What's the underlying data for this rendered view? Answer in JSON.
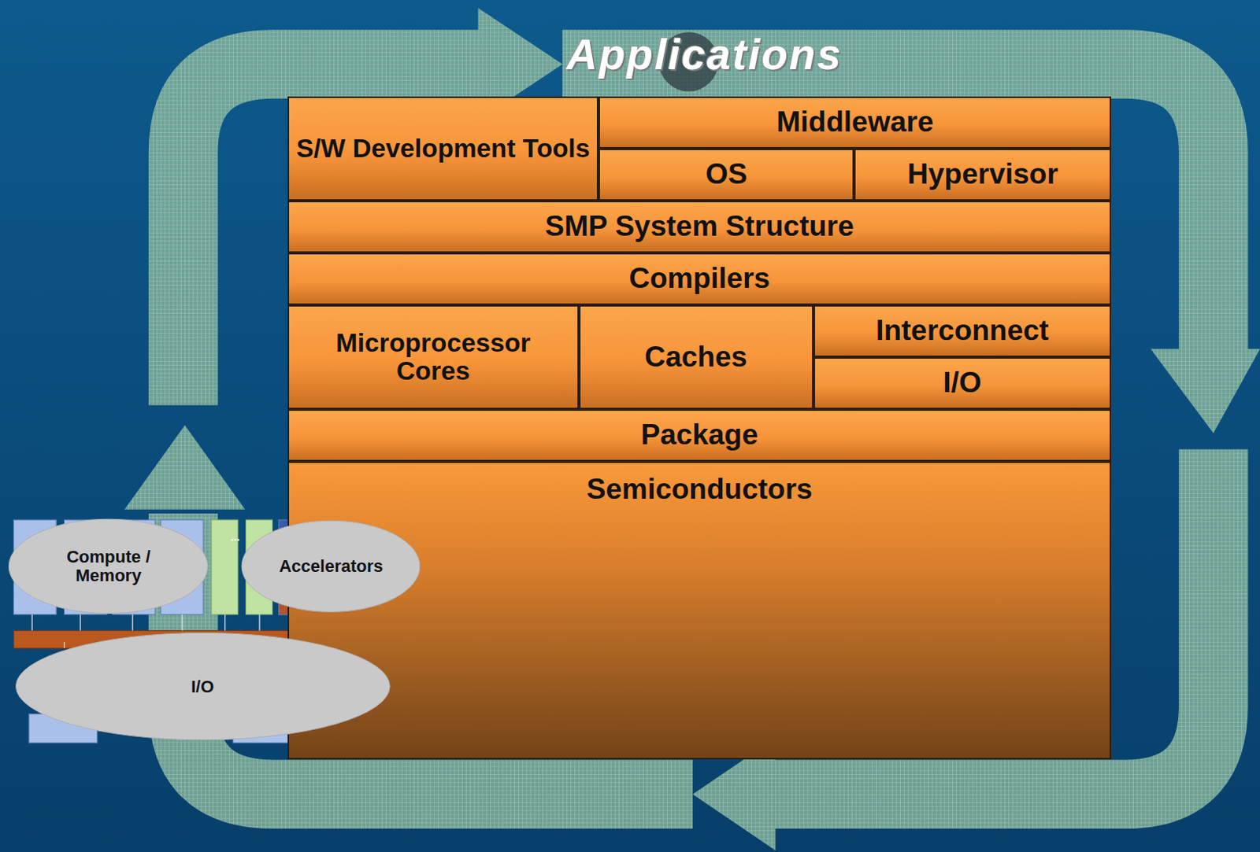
{
  "diagram": {
    "nodes": [
      {
        "text": [
          "S/W Development Tools"
        ]
      },
      {
        "text": [
          "Middleware"
        ]
      },
      {
        "text": [
          "OS"
        ]
      },
      {
        "text": [
          "Hypervisor"
        ]
      },
      {
        "text": [
          "SMP System Structure"
        ]
      },
      {
        "text": [
          "Compilers"
        ]
      },
      {
        "text": [
          "Microprocessor Cores"
        ]
      },
      {
        "text": [
          "Caches"
        ]
      },
      {
        "text": [
          "Interconnect"
        ]
      },
      {
        "text": [
          "I/O"
        ]
      },
      {
        "text": [
          "Package"
        ]
      },
      {
        "text": [
          "Semiconductors"
        ]
      },
      {
        "text": [
          "Compute / Memory"
        ]
      },
      {
        "text": [
          "Accelerators"
        ]
      },
      {
        "text": [
          "I/O"
        ]
      }
    ],
    "labels": [
      "Applications",
      "..."
    ]
  }
}
